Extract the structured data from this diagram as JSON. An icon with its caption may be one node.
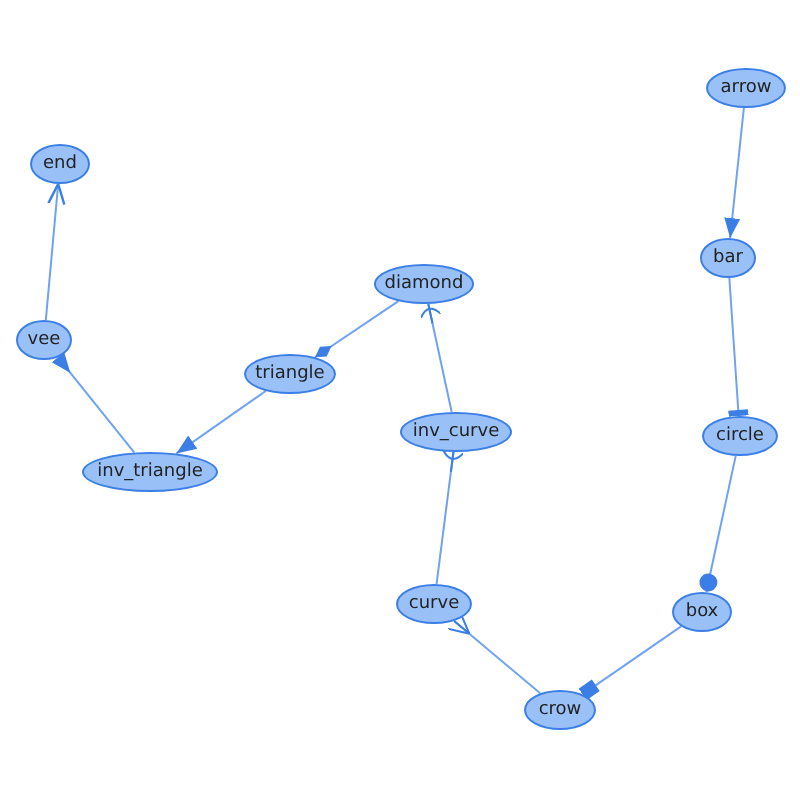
{
  "diagram": {
    "nodes": [
      {
        "text": [
          "arrow"
        ]
      },
      {
        "text": [
          "bar"
        ]
      },
      {
        "text": [
          "circle"
        ]
      },
      {
        "text": [
          "box"
        ]
      },
      {
        "text": [
          "crow"
        ]
      },
      {
        "text": [
          "curve"
        ]
      },
      {
        "text": [
          "inv_curve"
        ]
      },
      {
        "text": [
          "diamond"
        ]
      },
      {
        "text": [
          "triangle"
        ]
      },
      {
        "text": [
          "inv_triangle"
        ]
      },
      {
        "text": [
          "vee"
        ]
      },
      {
        "text": [
          "end"
        ]
      }
    ],
    "edges": [
      {
        "from": 0,
        "to": 1,
        "arrow": "to"
      },
      {
        "from": 1,
        "to": 2,
        "arrow": "other"
      },
      {
        "from": 2,
        "to": 3,
        "arrow": "other"
      },
      {
        "from": 3,
        "to": 4,
        "arrow": "other"
      },
      {
        "from": 4,
        "to": 5,
        "arrow": "other"
      },
      {
        "from": 5,
        "to": 6,
        "arrow": "other"
      },
      {
        "from": 6,
        "to": 7,
        "arrow": "other"
      },
      {
        "from": 7,
        "to": 8,
        "arrow": "other"
      },
      {
        "from": 8,
        "to": 9,
        "arrow": "to"
      },
      {
        "from": 9,
        "to": 10,
        "arrow": "other"
      },
      {
        "from": 10,
        "to": 11,
        "arrow": "to"
      }
    ]
  }
}
